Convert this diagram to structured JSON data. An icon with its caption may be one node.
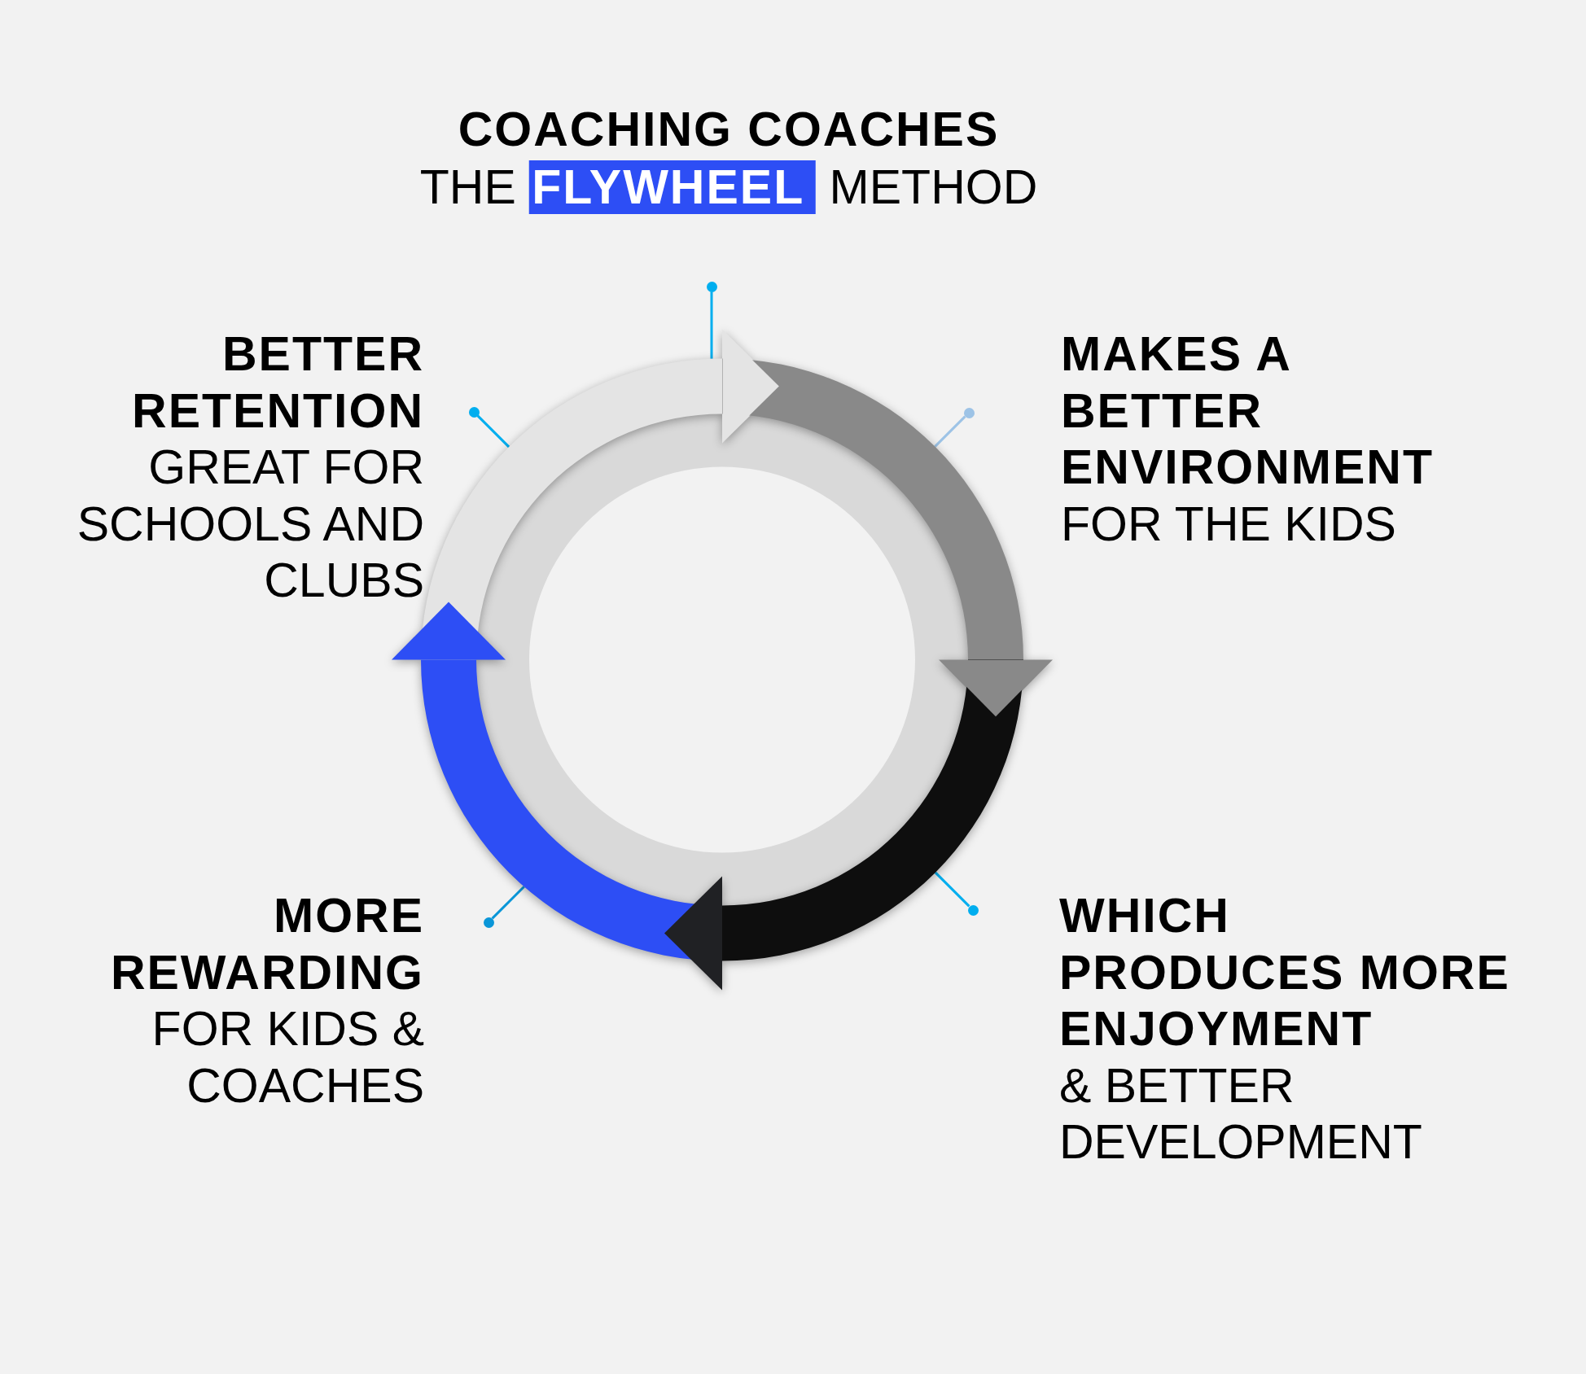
{
  "diagram": {
    "title": "**COACHING COACHES** THE **FLYWHEEL** METHOD",
    "nodes": [
      {
        "text": [],
        "shape": "arrow",
        "beside": [
          "BETTER RETENTION",
          "GREAT FOR SCHOOLS AND CLUBS"
        ]
      },
      {
        "text": [],
        "shape": "arrow",
        "beside": [
          "MAKES A BETTER ENVIRONMENT",
          "FOR THE KIDS"
        ]
      },
      {
        "text": [],
        "shape": "arrow",
        "beside": [
          "MORE REWARDING",
          "FOR KIDS & COACHES"
        ]
      },
      {
        "text": [],
        "shape": "arrow",
        "beside": [
          "WHICH PRODUCES MORE ENJOYMENT",
          "& BETTER DEVELOPMENT"
        ]
      },
      {
        "text": [],
        "shape": "circle"
      },
      {
        "text": [],
        "shape": "circle"
      },
      {
        "text": [],
        "shape": "circle"
      },
      {
        "text": [],
        "shape": "circle"
      },
      {
        "text": [],
        "shape": "circle"
      }
    ],
    "edges": [
      {
        "from": 0,
        "to": 4,
        "arrow": "none"
      },
      {
        "from": 0,
        "to": 5,
        "arrow": "none"
      },
      {
        "from": 1,
        "to": 6,
        "arrow": "none",
        "color": "#9dc3e6"
      },
      {
        "from": 2,
        "to": 7,
        "arrow": "none",
        "color": "#0a96d8"
      },
      {
        "from": 3,
        "to": 8,
        "arrow": "none"
      }
    ]
  }
}
